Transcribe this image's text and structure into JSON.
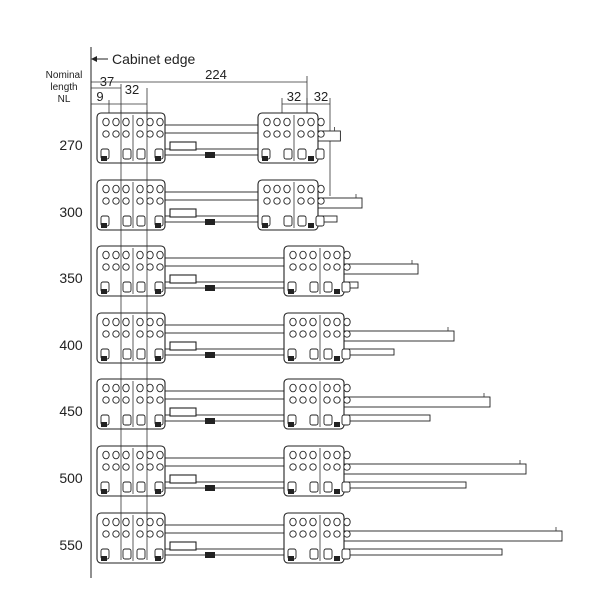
{
  "header": {
    "cabinet_edge_label": "Cabinet edge",
    "nominal_length_label": [
      "Nominal",
      "length",
      "NL"
    ]
  },
  "dimensions": {
    "d37": "37",
    "d224": "224",
    "d9": "9",
    "d32_left": "32",
    "d32_mid": "32",
    "d32_right": "32"
  },
  "rows": [
    {
      "label": "270",
      "nominal_length": 270
    },
    {
      "label": "300",
      "nominal_length": 300
    },
    {
      "label": "350",
      "nominal_length": 350
    },
    {
      "label": "400",
      "nominal_length": 400
    },
    {
      "label": "450",
      "nominal_length": 450
    },
    {
      "label": "500",
      "nominal_length": 500
    },
    {
      "label": "550",
      "nominal_length": 550
    }
  ]
}
